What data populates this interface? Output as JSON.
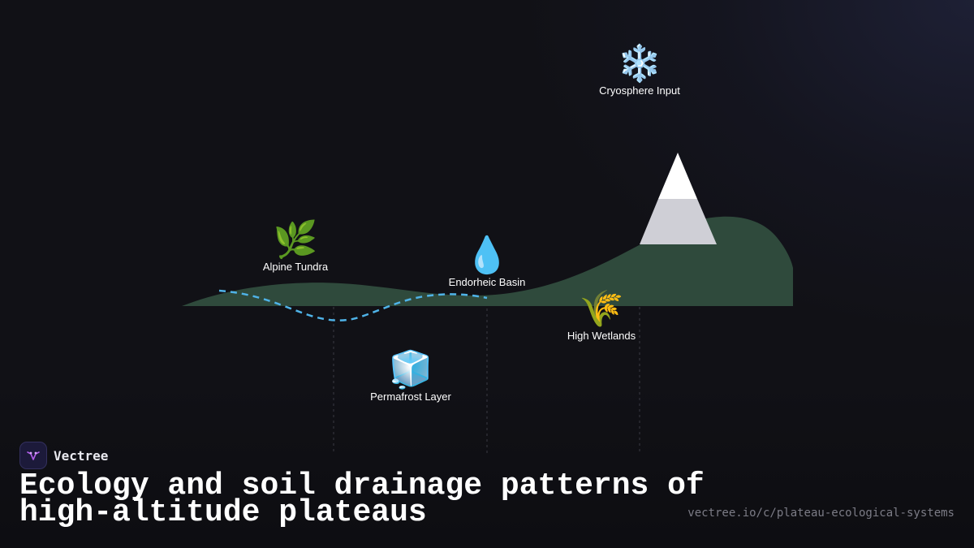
{
  "brand": {
    "name": "Vectree"
  },
  "title": "Ecology and soil drainage patterns of high-altitude plateaus",
  "url": "vectree.io/c/plateau-ecological-systems",
  "colors": {
    "terrain": "#2f4a3c",
    "drainage": "#4fb3e8",
    "peak_snow": "#ffffff",
    "peak_rock": "#cfcfd6",
    "guide": "#3a3a44"
  },
  "nodes": [
    {
      "id": "cryosphere",
      "icon_name": "snowflake-icon",
      "icon": "❄️",
      "label": "Cryosphere Input"
    },
    {
      "id": "tundra",
      "icon_name": "herb-icon",
      "icon": "🌿",
      "label": "Alpine Tundra"
    },
    {
      "id": "basin",
      "icon_name": "droplet-icon",
      "icon": "💧",
      "label": "Endorheic Basin"
    },
    {
      "id": "wetlands",
      "icon_name": "grain-icon",
      "icon": "🌾",
      "label": "High Wetlands"
    },
    {
      "id": "permafrost",
      "icon_name": "ice-cube-icon",
      "icon": "🧊",
      "label": "Permafrost Layer"
    }
  ]
}
